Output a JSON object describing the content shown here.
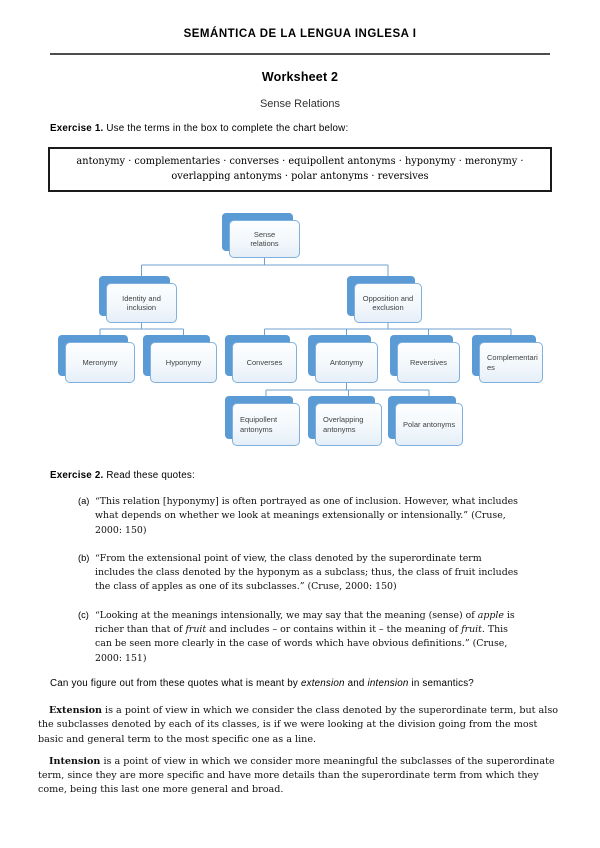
{
  "header": {
    "course_title": "SEMÁNTICA DE LA LENGUA INGLESA I",
    "worksheet_title": "Worksheet 2",
    "topic": "Sense Relations"
  },
  "exercise1": {
    "instruction": [
      {
        "t": "Exercise 1.",
        "b": true
      },
      {
        "t": " Use the terms in the box to complete the chart below:"
      }
    ],
    "term_box_lines": [
      "antonymy · complementaries · converses · equipollent antonyms · hyponymy · meronymy ·",
      "overlapping antonyms · polar antonyms · reversives"
    ]
  },
  "diagram": {
    "type": "hierarchy-chart",
    "colors": {
      "node_shadow": "#5b9bd5",
      "node_border": "#7fb0de",
      "connector": "#6fa0d2"
    },
    "nodes": {
      "root": "Sense relations",
      "identity": "Identity and inclusion",
      "opposition": "Opposition and exclusion",
      "meronymy": "Meronymy",
      "hyponymy": "Hyponymy",
      "converses": "Converses",
      "antonymy": "Antonymy",
      "reversives": "Reversives",
      "complementaries": "Complementaries",
      "equipollent": "Equipollent antonyms",
      "overlapping": "Overlapping antonyms",
      "polar": "Polar antonyms"
    }
  },
  "exercise2": {
    "instruction": [
      {
        "t": "Exercise 2.",
        "b": true
      },
      {
        "t": " Read these quotes:"
      }
    ],
    "quotes": [
      {
        "label": "(a)",
        "text": [
          {
            "t": "“This relation [hyponymy] is often portrayed as one of inclusion. However, what includes what depends on whether we look at meanings extensionally or intensionally.” (Cruse, 2000: 150)"
          }
        ]
      },
      {
        "label": "(b)",
        "text": [
          {
            "t": "“From the extensional point of view, the class denoted by the superordinate term includes the class denoted by the hyponym as a subclass; thus, the class of fruit includes the class of apples as one of its subclasses.” (Cruse, 2000: 150)"
          }
        ]
      },
      {
        "label": "(c)",
        "text": [
          {
            "t": "“Looking at the meanings intensionally, we may say that the meaning (sense) of "
          },
          {
            "t": "apple",
            "i": true
          },
          {
            "t": " is richer than that of "
          },
          {
            "t": "fruit",
            "i": true
          },
          {
            "t": " and includes – or contains within it – the meaning of "
          },
          {
            "t": "fruit",
            "i": true
          },
          {
            "t": ". This can be seen more clearly in the case of words which have obvious definitions.” (Cruse, 2000: 151)"
          }
        ]
      }
    ],
    "question": [
      {
        "t": "Can you figure out from these quotes what is meant by "
      },
      {
        "t": "extension",
        "i": true
      },
      {
        "t": " and "
      },
      {
        "t": "intension",
        "i": true
      },
      {
        "t": " in semantics?"
      }
    ]
  },
  "definitions": [
    {
      "text": [
        {
          "t": "Extension",
          "b": true
        },
        {
          "t": " is a point of view in which we consider the class denoted by the superordinate term, but also the subclasses denoted by each of its classes, is if we were looking at the division going from the most basic and general term to the most specific one as a line."
        }
      ]
    },
    {
      "text": [
        {
          "t": "Intension",
          "b": true
        },
        {
          "t": " is a point of view in which we consider more meaningful the subclasses of the superordinate term, since they are more specific and have more details than the superordinate term from which they come, being this last one more general and broad."
        }
      ]
    }
  ]
}
